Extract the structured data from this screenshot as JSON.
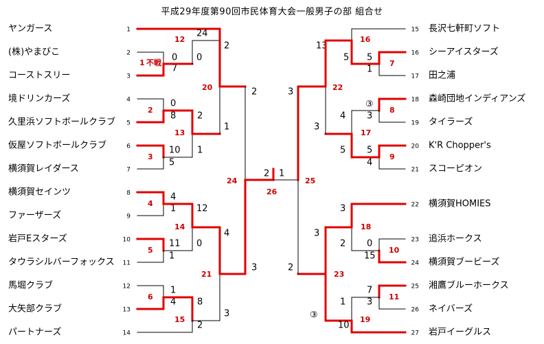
{
  "title": "平成29年度第90回市民体育大会一般男子の部 組合せ",
  "colors": {
    "line": "#000000",
    "winner": "#e00000",
    "match_no": "#cc0000"
  },
  "left_teams": [
    {
      "seed": "1",
      "name": "ヤンガース"
    },
    {
      "seed": "2",
      "name": "(株)やまびこ"
    },
    {
      "seed": "3",
      "name": "コーストスリー"
    },
    {
      "seed": "4",
      "name": "境ドリンカーズ"
    },
    {
      "seed": "5",
      "name": "久里浜ソフトボールクラブ"
    },
    {
      "seed": "6",
      "name": "仮屋ソフトボールクラブ"
    },
    {
      "seed": "7",
      "name": "横須賀レイダース"
    },
    {
      "seed": "8",
      "name": "横須賀セインツ"
    },
    {
      "seed": "9",
      "name": "ファーザーズ"
    },
    {
      "seed": "10",
      "name": "岩戸Eスターズ"
    },
    {
      "seed": "11",
      "name": "タウラシルバーフォックス"
    },
    {
      "seed": "12",
      "name": "馬堀クラブ"
    },
    {
      "seed": "13",
      "name": "大矢部クラブ"
    },
    {
      "seed": "14",
      "name": "パートナーズ"
    }
  ],
  "right_teams": [
    {
      "seed": "15",
      "name": "長沢七軒町ソフト"
    },
    {
      "seed": "16",
      "name": "シーアイスターズ"
    },
    {
      "seed": "17",
      "name": "田之浦"
    },
    {
      "seed": "18",
      "name": "森崎団地インディアンズ"
    },
    {
      "seed": "19",
      "name": "タイラーズ"
    },
    {
      "seed": "20",
      "name": "K'R Chopper's"
    },
    {
      "seed": "21",
      "name": "スコーピオン"
    },
    {
      "seed": "22",
      "name": "横須賀HOMIES"
    },
    {
      "seed": "23",
      "name": "追浜ホークス"
    },
    {
      "seed": "24",
      "name": "横須賀ブービーズ"
    },
    {
      "seed": "25",
      "name": "湘鷹ブルーホークス"
    },
    {
      "seed": "26",
      "name": "ネイバーズ"
    },
    {
      "seed": "27",
      "name": "岩戸イーグルス"
    }
  ],
  "match_numbers": [
    "1",
    "2",
    "3",
    "4",
    "5",
    "6",
    "7",
    "8",
    "9",
    "10",
    "11",
    "12",
    "13",
    "14",
    "15",
    "16",
    "17",
    "18",
    "19",
    "20",
    "21",
    "22",
    "23",
    "24",
    "25",
    "26"
  ],
  "forfeit_note": "不戦",
  "seed_marks": [
    "③",
    "③"
  ],
  "scores": {
    "m1": [
      "0",
      "7"
    ],
    "m2": [
      "0",
      "8"
    ],
    "m3": [
      "10",
      "5"
    ],
    "m4": [
      "4",
      "1"
    ],
    "m5": [
      "11",
      "1"
    ],
    "m6": [
      "1",
      "4"
    ],
    "m7": [
      "5",
      "1"
    ],
    "m8": [
      "3"
    ],
    "m9": [
      "5",
      "4"
    ],
    "m10": [
      "0",
      "15"
    ],
    "m11": [
      "7",
      "3"
    ],
    "m12": [
      "24",
      "0"
    ],
    "m13": [
      "2",
      "1"
    ],
    "m14": [
      "12",
      "0"
    ],
    "m15": [
      "8",
      "2"
    ],
    "m16": [
      "13",
      "5"
    ],
    "m17": [
      "4",
      "5"
    ],
    "m18": [
      "3",
      "2"
    ],
    "m19": [
      "1",
      "10"
    ],
    "m20": [
      "2",
      "1"
    ],
    "m21": [
      "4",
      "3"
    ],
    "m22": [
      "3",
      "3"
    ],
    "m23": [
      "3",
      "2"
    ],
    "m24": [
      "2",
      "3"
    ],
    "m25": [
      "3",
      "2"
    ],
    "final": [
      "2",
      "1"
    ]
  }
}
